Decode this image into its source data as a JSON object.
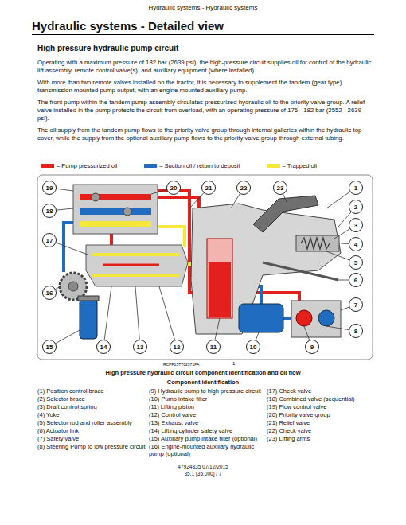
{
  "diagram": {
    "title": "Hydraulic systems - Detailed view",
    "caption": "High pressure hydraulic circuit component identification and oil flow",
    "nodes": [
      {
        "text": [
          "1"
        ]
      },
      {
        "text": [
          "2"
        ]
      },
      {
        "text": [
          "3"
        ]
      },
      {
        "text": [
          "4"
        ]
      },
      {
        "text": [
          "5"
        ]
      },
      {
        "text": [
          "6"
        ]
      },
      {
        "text": [
          "7"
        ]
      },
      {
        "text": [
          "8"
        ]
      },
      {
        "text": [
          "9"
        ]
      },
      {
        "text": [
          "10"
        ]
      },
      {
        "text": [
          "11"
        ]
      },
      {
        "text": [
          "12"
        ]
      },
      {
        "text": [
          "13"
        ]
      },
      {
        "text": [
          "14"
        ]
      },
      {
        "text": [
          "15"
        ]
      },
      {
        "text": [
          "16"
        ]
      },
      {
        "text": [
          "17"
        ]
      },
      {
        "text": [
          "18"
        ]
      },
      {
        "text": [
          "19"
        ]
      },
      {
        "text": [
          "20"
        ]
      },
      {
        "text": [
          "21"
        ]
      },
      {
        "text": [
          "22"
        ]
      },
      {
        "text": [
          "23"
        ]
      }
    ],
    "labels": [
      "Hydraulic systems - Hydraulic systems",
      "High pressure hydraulic pump circuit",
      "Operating with a maximum pressure of 182 bar (2639 psi), the high-pressure circuit supplies oil for control of the hydraulic lift assembly, remote control valve(s), and auxiliary equipment (where installed).",
      "With more than two remote valves installed on the tractor, it is necessary to supplement the tandem (gear type) transmission mounted pump output, with an engine mounted auxiliary pump.",
      "The front pump within the tandem pump assembly circulates pressurized hydraulic oil to the priority valve group. A relief valve installed in the pump protects the circuit from overload, with an operating pressure of 176 - 182 bar (2552 - 2639 psi).",
      "The oil supply from the tandem pump flows to the priority valve group through internal galleries within the hydraulic top cover, while the supply from the optional auxiliary pump flows to the priority valve group through external tubing.",
      "RCPF15TT02371FA",
      "1",
      "Component identification",
      "(1) Position control brace",
      "(2) Selector brace",
      "(3) Draft control spring",
      "(4) Yoke",
      "(5) Selector rod and roller assembly",
      "(6) Actuator link",
      "(7) Safety valve",
      "(8) Steering Pump to low pressure circuit",
      "(9) Hydraulic pump to high pressure circuit",
      "(10) Pump intake filter",
      "(11) Lifting piston",
      "(12) Control valve",
      "(13) Exhaust valve",
      "(14) Lifting cylinder safety valve",
      "(15) Auxiliary pump intake filter (optional)",
      "(16) Engine-mounted auxiliary hydraulic pump (optional)",
      "(17) Check valve",
      "(18) Combined valve (sequential)",
      "(19) Flow control valve",
      "(20) Priority valve group",
      "(21) Relief valve",
      "(22) Check valve",
      "(23) Lifting arms",
      "47924835 07/12/2015",
      "35.1 [35.000] / 7"
    ],
    "legend": [
      {
        "text": "– Pump pressurized oil",
        "color": "#e3201b"
      },
      {
        "text": "– Suction oil / return to deposit",
        "color": "#1f6cc1"
      },
      {
        "text": "– Trapped oil",
        "color": "#f6e83a"
      }
    ]
  }
}
